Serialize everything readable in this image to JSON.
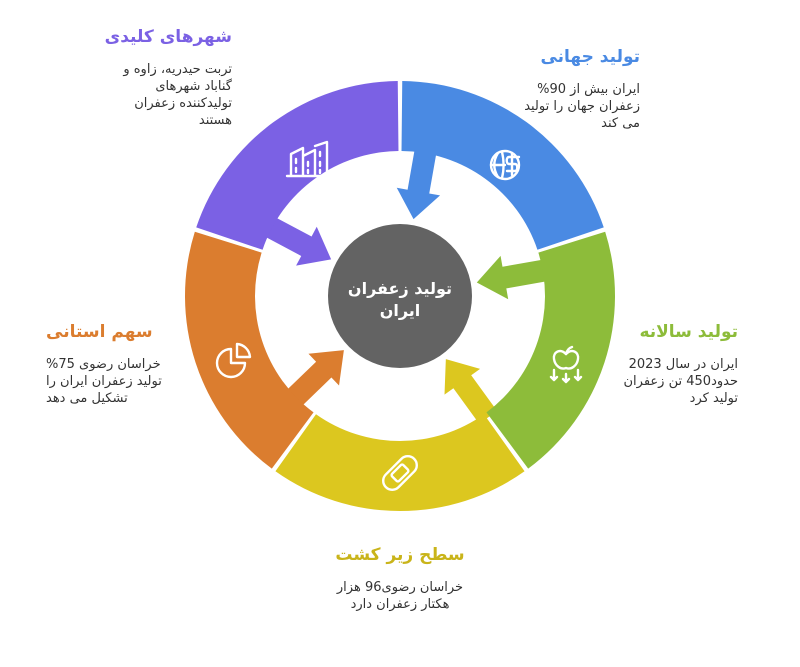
{
  "center": {
    "text": "تولید زعفران\nایران",
    "color": "#636363"
  },
  "segments": [
    {
      "key": "global",
      "title": "تولید جهانی",
      "desc": "ایران بیش از 90%\nزعفران جهان را تولید\nمی کند",
      "color": "#4a8ae3",
      "icon": "globe-dollar-icon"
    },
    {
      "key": "annual",
      "title": "تولید سالانه",
      "desc": "ایران در سال 2023\nحدود450 تن زعفران\nتولید کرد",
      "color": "#8dbc3a",
      "icon": "apple-arrows-icon"
    },
    {
      "key": "area",
      "title": "سطح زیر کشت",
      "desc": "خراسان رضوی96 هزار\nهکتار زعفران دارد",
      "color": "#dcc71f",
      "icon": "bandage-icon"
    },
    {
      "key": "share",
      "title": "سهم استانی",
      "desc": "خراسان رضوی 75%\nتولید زعفران ایران را\nتشکیل می دهد",
      "color": "#db7d2f",
      "icon": "pie-chart-icon"
    },
    {
      "key": "cities",
      "title": "شهرهای کلیدی",
      "desc": "تربت حیدریه، زاوه و\nگناباد شهرهای\nتولیدکننده زعفران\nهستند",
      "color": "#7b61e4",
      "icon": "buildings-icon"
    }
  ]
}
